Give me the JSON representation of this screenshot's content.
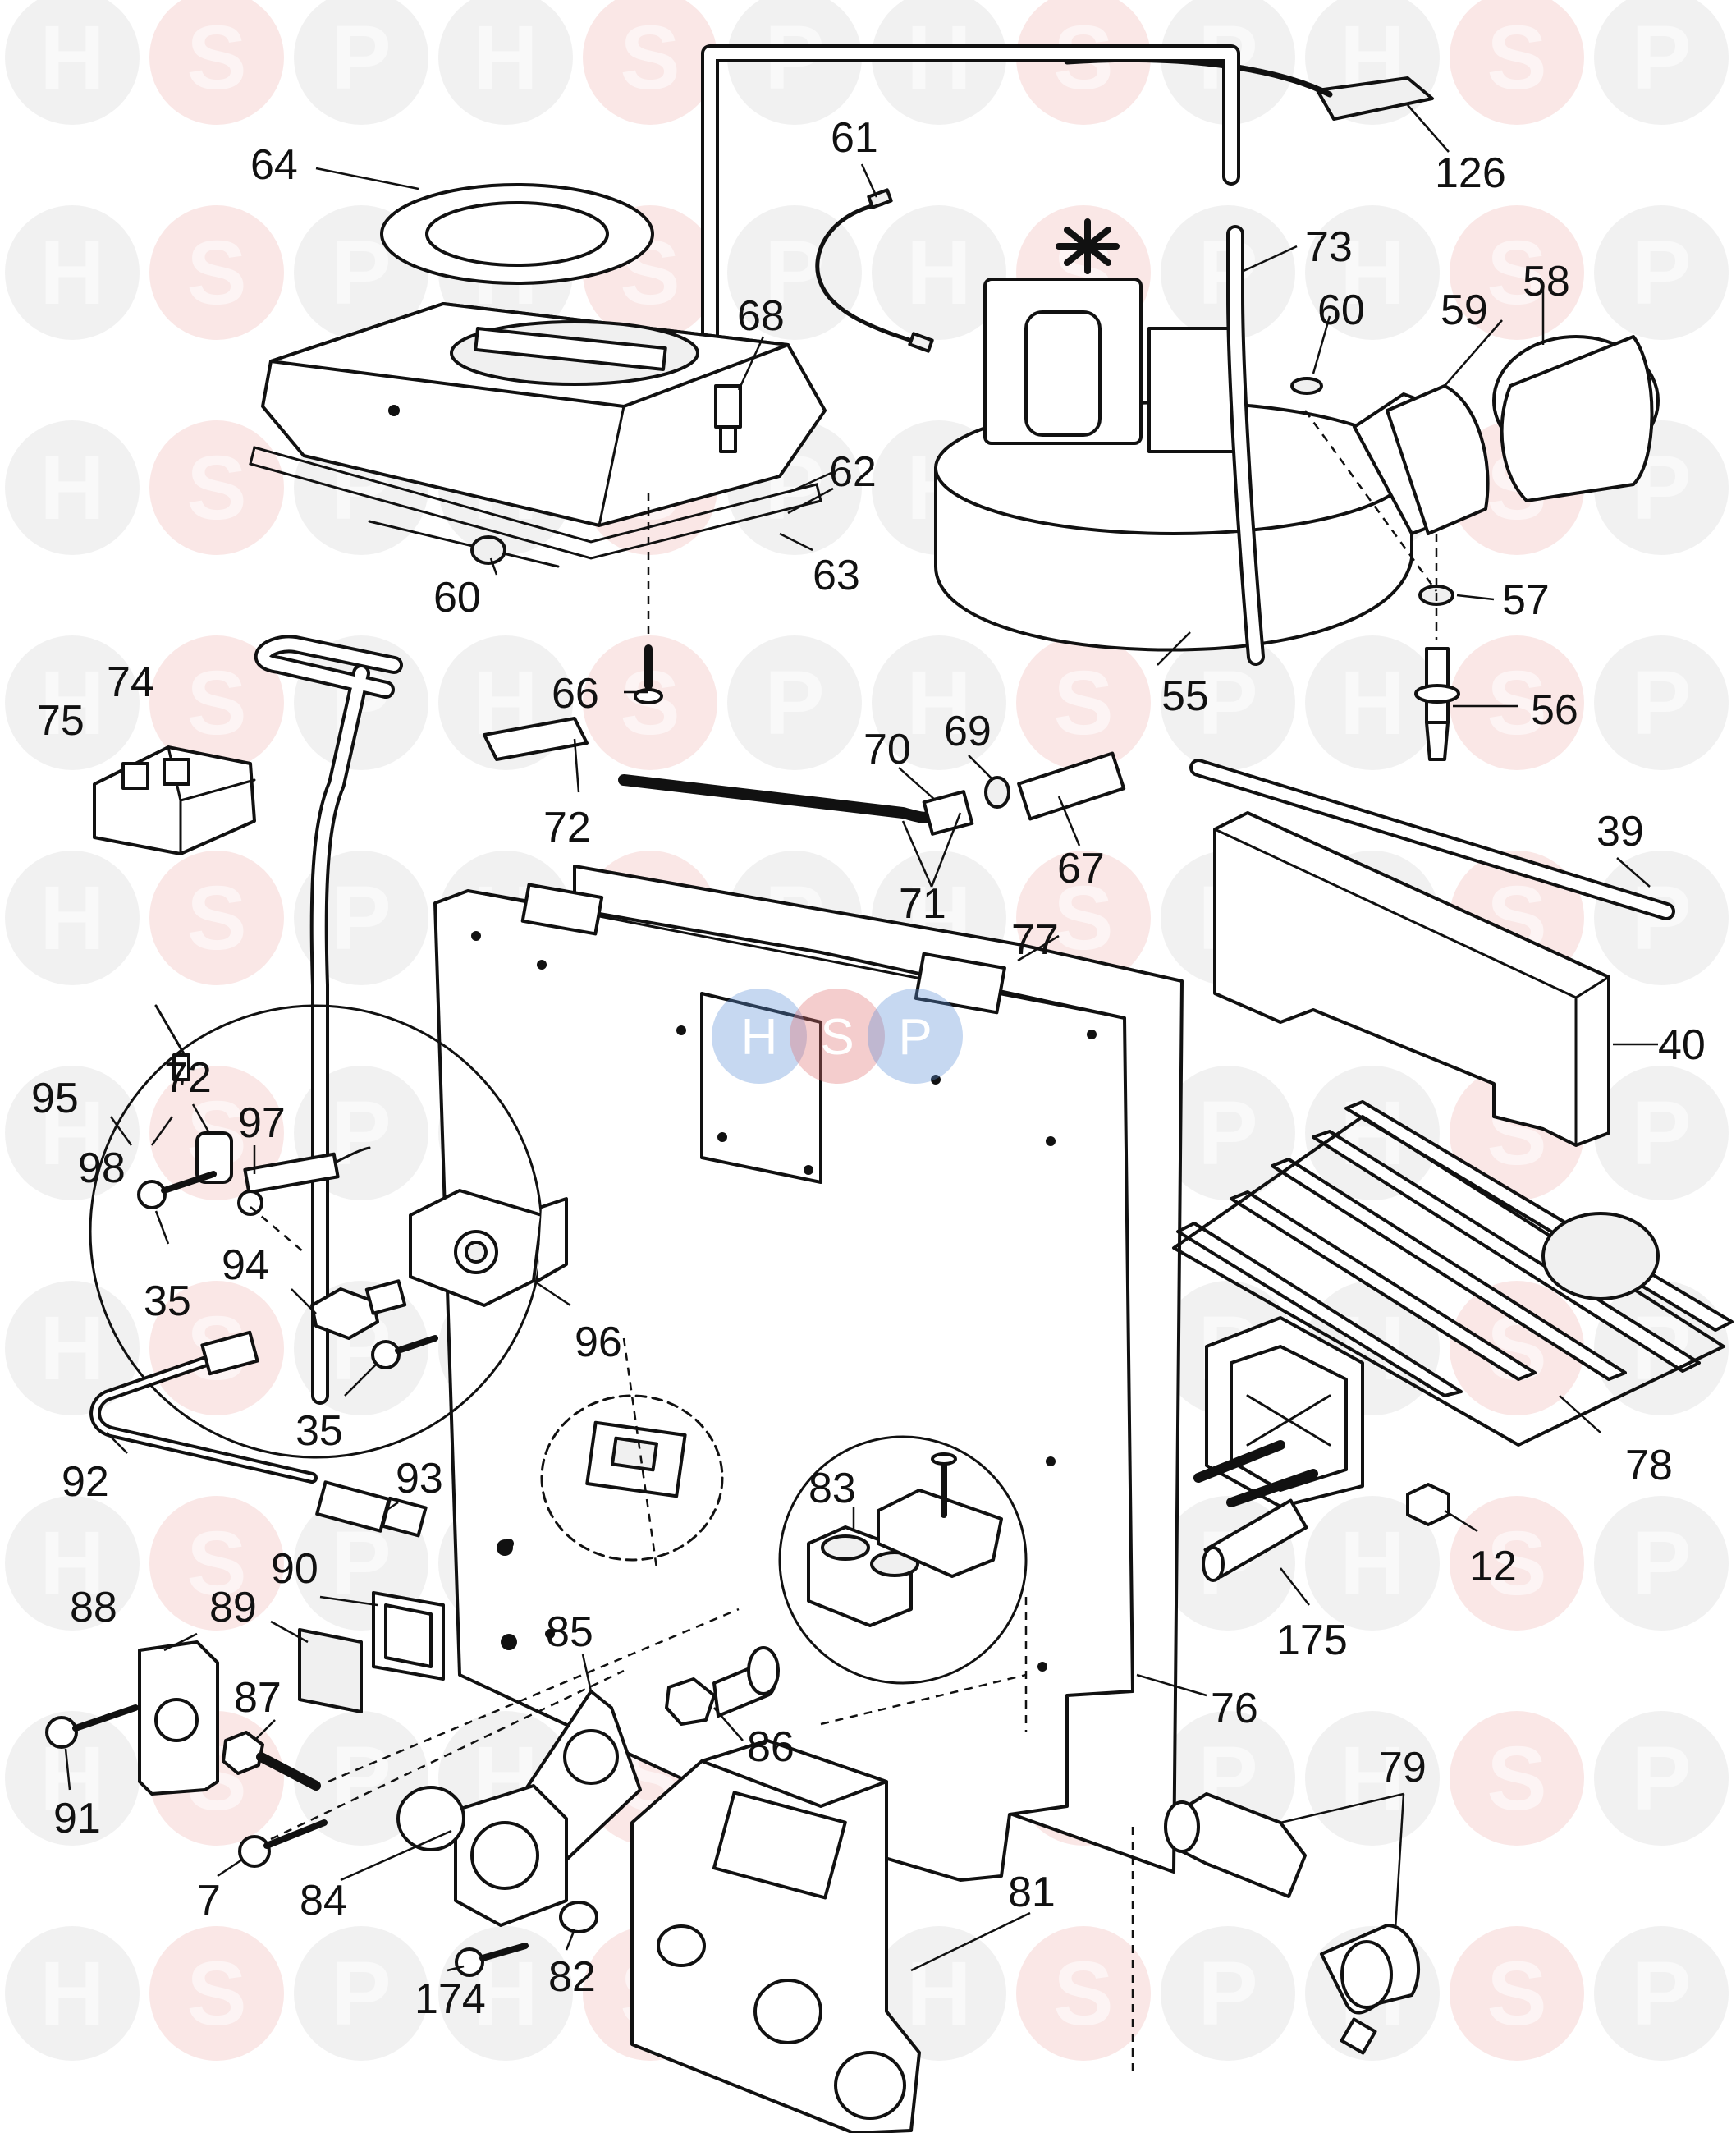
{
  "watermark": {
    "letters": [
      "H",
      "S",
      "P"
    ],
    "colors": {
      "H": "#9a9a9a",
      "S": "#d9534f",
      "P": "#9a9a9a"
    },
    "center_badge_colors": [
      "#5b8fd6",
      "#e07070",
      "#5b8fd6"
    ]
  },
  "callouts": [
    {
      "id": "c126",
      "label": "126"
    },
    {
      "id": "c64",
      "label": "64"
    },
    {
      "id": "c61",
      "label": "61"
    },
    {
      "id": "c73",
      "label": "73"
    },
    {
      "id": "c58",
      "label": "58"
    },
    {
      "id": "c60a",
      "label": "60"
    },
    {
      "id": "c59",
      "label": "59"
    },
    {
      "id": "c68",
      "label": "68"
    },
    {
      "id": "c62",
      "label": "62"
    },
    {
      "id": "c63",
      "label": "63"
    },
    {
      "id": "c60b",
      "label": "60"
    },
    {
      "id": "c57",
      "label": "57"
    },
    {
      "id": "c55",
      "label": "55"
    },
    {
      "id": "c56",
      "label": "56"
    },
    {
      "id": "c66",
      "label": "66"
    },
    {
      "id": "c74",
      "label": "74"
    },
    {
      "id": "c75",
      "label": "75"
    },
    {
      "id": "c72a",
      "label": "72"
    },
    {
      "id": "c70",
      "label": "70"
    },
    {
      "id": "c69",
      "label": "69"
    },
    {
      "id": "c71",
      "label": "71"
    },
    {
      "id": "c67",
      "label": "67"
    },
    {
      "id": "c39",
      "label": "39"
    },
    {
      "id": "c77",
      "label": "77"
    },
    {
      "id": "c40",
      "label": "40"
    },
    {
      "id": "c95",
      "label": "95"
    },
    {
      "id": "c72b",
      "label": "72"
    },
    {
      "id": "c97",
      "label": "97"
    },
    {
      "id": "c98",
      "label": "98"
    },
    {
      "id": "c35a",
      "label": "35"
    },
    {
      "id": "c94",
      "label": "94"
    },
    {
      "id": "c96",
      "label": "96"
    },
    {
      "id": "c35b",
      "label": "35"
    },
    {
      "id": "c92",
      "label": "92"
    },
    {
      "id": "c93",
      "label": "93"
    },
    {
      "id": "c78",
      "label": "78"
    },
    {
      "id": "c83",
      "label": "83"
    },
    {
      "id": "c12",
      "label": "12"
    },
    {
      "id": "c88",
      "label": "88"
    },
    {
      "id": "c89",
      "label": "89"
    },
    {
      "id": "c90",
      "label": "90"
    },
    {
      "id": "c175",
      "label": "175"
    },
    {
      "id": "c85",
      "label": "85"
    },
    {
      "id": "c87",
      "label": "87"
    },
    {
      "id": "c76",
      "label": "76"
    },
    {
      "id": "c86",
      "label": "86"
    },
    {
      "id": "c91",
      "label": "91"
    },
    {
      "id": "c79",
      "label": "79"
    },
    {
      "id": "c7",
      "label": "7"
    },
    {
      "id": "c84",
      "label": "84"
    },
    {
      "id": "c81",
      "label": "81"
    },
    {
      "id": "c82",
      "label": "82"
    },
    {
      "id": "c174",
      "label": "174"
    }
  ]
}
